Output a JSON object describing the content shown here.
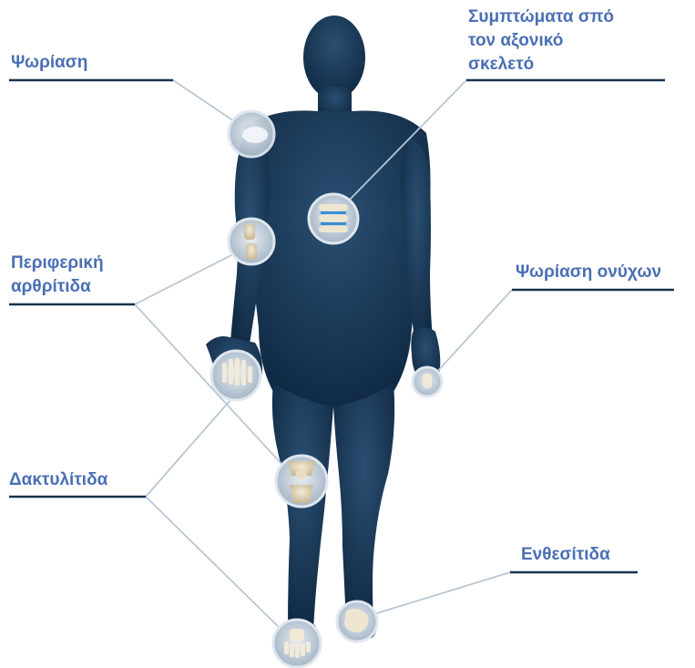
{
  "diagram": {
    "colors": {
      "body": "#14324f",
      "label_text": "#4a6fb5",
      "underline": "#17324d",
      "connector": "#b9c7d3",
      "callout_ring": "#dfe6ee"
    },
    "labels": {
      "psoriasis": "Ψωρίαση",
      "axial_line1": "Συμπτώματα σπό",
      "axial_line2": "τον αξονικό",
      "axial_line3": "σκελετό",
      "peripheral_line1": "Περιφερική",
      "peripheral_line2": "αρθρίτιδα",
      "nail_psoriasis": "Ψωρίαση ονύχων",
      "dactylitis": "Δακτυλίτιδα",
      "enthesitis": "Ενθεσίτιδα"
    },
    "callouts": [
      {
        "name": "shoulder-skin-callout",
        "depicts": "skin-patch-icon"
      },
      {
        "name": "spine-callout",
        "depicts": "spine-icon"
      },
      {
        "name": "elbow-joint-callout",
        "depicts": "joint-icon"
      },
      {
        "name": "hand-callout",
        "depicts": "hand-icon"
      },
      {
        "name": "fingernail-callout",
        "depicts": "fingernail-icon"
      },
      {
        "name": "knee-joint-callout",
        "depicts": "knee-icon"
      },
      {
        "name": "foot-callout",
        "depicts": "foot-icon"
      },
      {
        "name": "heel-callout",
        "depicts": "heel-icon"
      }
    ]
  }
}
